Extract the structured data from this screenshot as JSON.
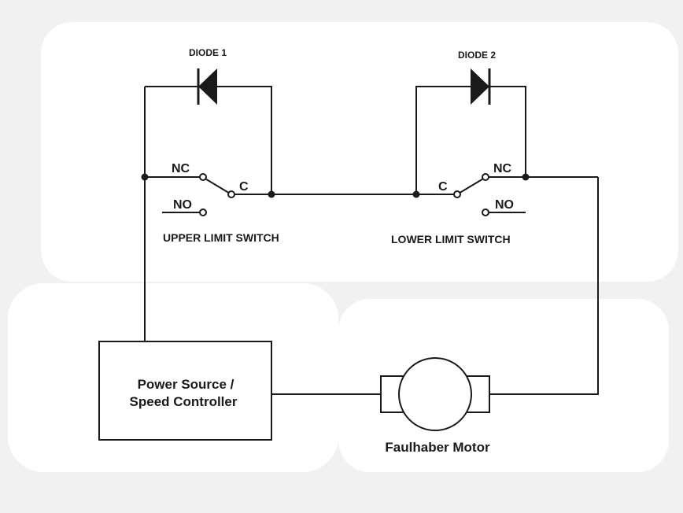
{
  "diagram": {
    "diode1": {
      "label": "DIODE 1"
    },
    "diode2": {
      "label": "DIODE 2"
    },
    "upper_switch": {
      "label": "UPPER LIMIT SWITCH",
      "nc": "NC",
      "no": "NO",
      "c": "C"
    },
    "lower_switch": {
      "label": "LOWER LIMIT SWITCH",
      "nc": "NC",
      "no": "NO",
      "c": "C"
    },
    "power": {
      "line1": "Power Source /",
      "line2": "Speed Controller"
    },
    "motor": {
      "label": "Faulhaber Motor"
    }
  },
  "colors": {
    "ink": "#1a1a1a",
    "background": "#f1f1f1",
    "panel": "#ffffff"
  }
}
